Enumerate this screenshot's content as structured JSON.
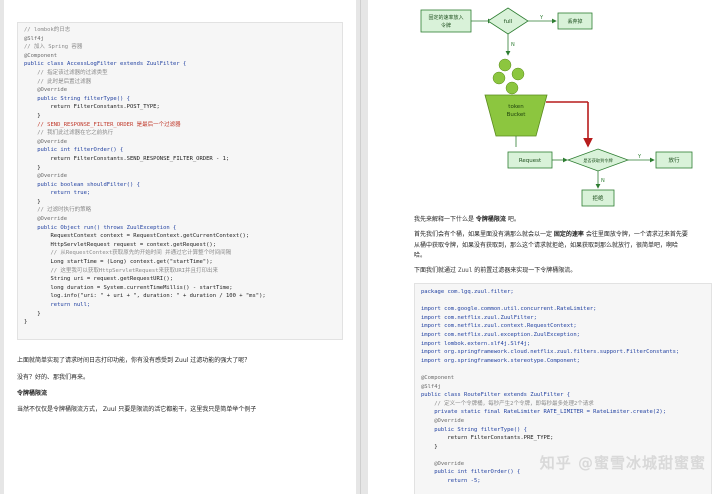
{
  "left": {
    "code_lines": [
      {
        "t": "// lombok的日志",
        "c": "comment"
      },
      {
        "t": "@Slf4j",
        "c": "ann"
      },
      {
        "t": "// 加入 Spring 容器",
        "c": "comment"
      },
      {
        "t": "@Component",
        "c": "ann"
      },
      {
        "t": "public class AccessLogFilter extends ZuulFilter {",
        "c": "kw"
      },
      {
        "t": "    // 指定该过滤器的过滤类型",
        "c": "comment"
      },
      {
        "t": "    // 此时是后置过滤器",
        "c": "comment"
      },
      {
        "t": "    @Override",
        "c": "ann"
      },
      {
        "t": "    public String filterType() {",
        "c": "kw"
      },
      {
        "t": "        return FilterConstants.POST_TYPE;",
        "c": "plain"
      },
      {
        "t": "    }",
        "c": "plain"
      },
      {
        "t": "    // SEND_RESPONSE_FILTER_ORDER 是最后一个过滤器",
        "c": "red"
      },
      {
        "t": "    // 我们此过滤器在它之前执行",
        "c": "comment"
      },
      {
        "t": "    @Override",
        "c": "ann"
      },
      {
        "t": "    public int filterOrder() {",
        "c": "kw"
      },
      {
        "t": "        return FilterConstants.SEND_RESPONSE_FILTER_ORDER - 1;",
        "c": "plain"
      },
      {
        "t": "    }",
        "c": "plain"
      },
      {
        "t": "    @Override",
        "c": "ann"
      },
      {
        "t": "    public boolean shouldFilter() {",
        "c": "kw"
      },
      {
        "t": "        return true;",
        "c": "kw"
      },
      {
        "t": "    }",
        "c": "plain"
      },
      {
        "t": "    // 过滤时执行的策略",
        "c": "comment"
      },
      {
        "t": "    @Override",
        "c": "ann"
      },
      {
        "t": "    public Object run() throws ZuulException {",
        "c": "kw"
      },
      {
        "t": "        RequestContext context = RequestContext.getCurrentContext();",
        "c": "plain"
      },
      {
        "t": "        HttpServletRequest request = context.getRequest();",
        "c": "plain"
      },
      {
        "t": "        // 从RequestContext获取原先的开始时间 并通过它计算整个时间间隔",
        "c": "comment"
      },
      {
        "t": "        Long startTime = (Long) context.get(\"startTime\");",
        "c": "plain"
      },
      {
        "t": "        // 这里我可以获取HttpServletRequest来获取URI并且打印出来",
        "c": "comment"
      },
      {
        "t": "        String uri = request.getRequestURI();",
        "c": "plain"
      },
      {
        "t": "        long duration = System.currentTimeMillis() - startTime;",
        "c": "plain"
      },
      {
        "t": "        log.info(\"uri: \" + uri + \", duration: \" + duration / 100 + \"ms\");",
        "c": "plain"
      },
      {
        "t": "        return null;",
        "c": "kw"
      },
      {
        "t": "    }",
        "c": "plain"
      },
      {
        "t": "}",
        "c": "plain"
      }
    ],
    "para1": "上面就简单实现了请求时间日志打印功能，你有没有感受到 Zuul 过滤功能的强大了呢？",
    "para2": "没有？好的、那我们再来。",
    "heading": "令牌桶限流",
    "para3": "当然不仅仅是令牌桶限流方式， Zuul 只要是限流的活它都能干，这里我只是简单举个例子"
  },
  "right": {
    "diagram": {
      "fixed_rate_label_1": "固定的速率放入",
      "fixed_rate_label_2": "令牌",
      "full_label": "full",
      "y1": "Y",
      "discard_label": "丢弃掉",
      "n1": "N",
      "token_label": "token",
      "bucket_label": "Bucket",
      "request_label": "Request",
      "check_label": "是否获取到令牌",
      "y2": "Y",
      "pass_label": "放行",
      "n2": "N",
      "reject_label": "拒绝",
      "accent_green": "#2e7d32",
      "accent_red": "#b71c1c",
      "node_fill": "#d9f2d9",
      "bucket_fill": "#8cc63f"
    },
    "intro_prefix": "我先来解释一下什么是 ",
    "intro_bold": "令牌桶限流",
    "intro_suffix": " 吧。",
    "para_a1": "首先我们会有个桶，如果里面没有满那么就会以一定 ",
    "para_a_bold": "固定的速率",
    "para_a2": " 会往里面放令牌，一个请求过来首先要",
    "para_a3": "从桶中获取令牌，如果没有获取到，那么这个请求就拒绝，如果获取到那么就放行，很简单吧，啊哈",
    "para_a4": "哈。",
    "para_b_prefix": "下面我们就通过 ",
    "para_b_code": "Zuul",
    "para_b_suffix": " 的前置过滤器来实现一下令牌桶限流。",
    "code_lines": [
      {
        "t": "package com.lgq.zuul.filter;",
        "c": "kw"
      },
      {
        "t": "",
        "c": "plain"
      },
      {
        "t": "import com.google.common.util.concurrent.RateLimiter;",
        "c": "kw"
      },
      {
        "t": "import com.netflix.zuul.ZuulFilter;",
        "c": "kw"
      },
      {
        "t": "import com.netflix.zuul.context.RequestContext;",
        "c": "kw"
      },
      {
        "t": "import com.netflix.zuul.exception.ZuulException;",
        "c": "kw"
      },
      {
        "t": "import lombok.extern.slf4j.Slf4j;",
        "c": "kw"
      },
      {
        "t": "import org.springframework.cloud.netflix.zuul.filters.support.FilterConstants;",
        "c": "kw"
      },
      {
        "t": "import org.springframework.stereotype.Component;",
        "c": "kw"
      },
      {
        "t": "",
        "c": "plain"
      },
      {
        "t": "@Component",
        "c": "ann"
      },
      {
        "t": "@Slf4j",
        "c": "ann"
      },
      {
        "t": "public class RouteFilter extends ZuulFilter {",
        "c": "kw"
      },
      {
        "t": "    // 定义一个令牌桶，每秒产生2个令牌，即每秒最多处理2个请求",
        "c": "comment"
      },
      {
        "t": "    private static final RateLimiter RATE_LIMITER = RateLimiter.create(2);",
        "c": "kw"
      },
      {
        "t": "    @Override",
        "c": "ann"
      },
      {
        "t": "    public String filterType() {",
        "c": "kw"
      },
      {
        "t": "        return FilterConstants.PRE_TYPE;",
        "c": "plain"
      },
      {
        "t": "    }",
        "c": "plain"
      },
      {
        "t": "",
        "c": "plain"
      },
      {
        "t": "    @Override",
        "c": "ann"
      },
      {
        "t": "    public int filterOrder() {",
        "c": "kw"
      },
      {
        "t": "        return -5;",
        "c": "kw"
      }
    ],
    "watermark": "知乎 @蜜雪冰城甜蜜蜜"
  }
}
